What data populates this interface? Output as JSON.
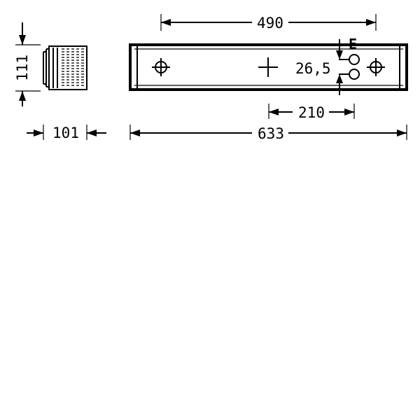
{
  "dimensions": {
    "top_width": "490",
    "height": "111",
    "depth": "101",
    "overall_length": "633",
    "offset": "210",
    "spacing": "26,5"
  },
  "labels": {
    "earth_mark": "E"
  }
}
